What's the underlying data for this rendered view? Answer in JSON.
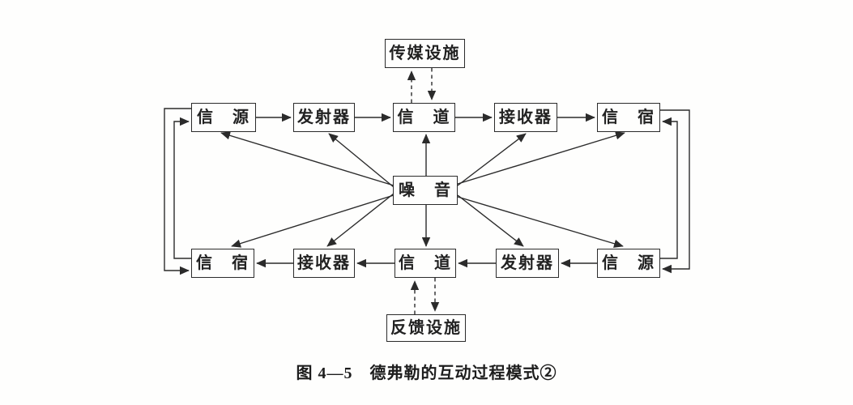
{
  "figure": {
    "caption": "图 4—5　德弗勒的互动过程模式②",
    "nodes": {
      "media": "传媒设施",
      "source_top": "信　源",
      "transmitter_top": "发射器",
      "channel_top": "信　道",
      "receiver_top": "接收器",
      "destination_top": "信　宿",
      "noise": "噪　音",
      "destination_bottom": "信　宿",
      "receiver_bottom": "接收器",
      "channel_bottom": "信　道",
      "transmitter_bottom": "发射器",
      "source_bottom": "信　源",
      "feedback": "反馈设施"
    },
    "line_color": "#2b2b2b"
  }
}
